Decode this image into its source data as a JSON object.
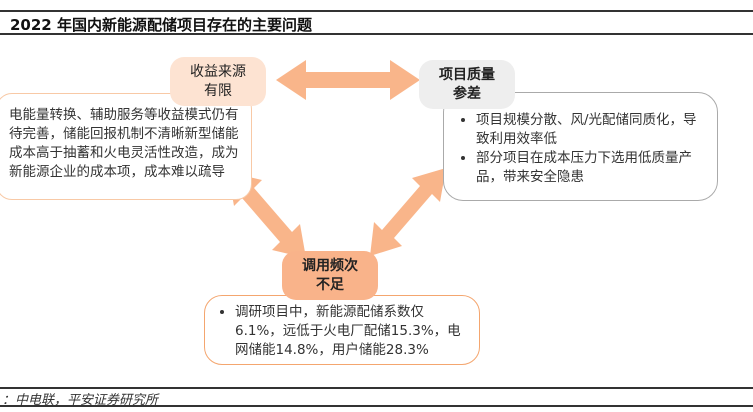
{
  "title": "2022 年国内新能源配储项目存在的主要问题",
  "source": "：中电联，平安证券研究所",
  "colors": {
    "arrow": "#f9b58a",
    "revenue_label": "#fde3d2",
    "quality_label": "#eeeeee",
    "frequency_label": "#f9b38a"
  },
  "revenue": {
    "label_line1": "收益来源",
    "label_line2": "有限",
    "text": "电能量转换、辅助服务等收益模式仍有待完善，储能回报机制不清晰新型储能成本高于抽蓄和火电灵活性改造，成为新能源企业的成本项，成本难以疏导"
  },
  "quality": {
    "label_line1": "项目质量",
    "label_line2": "参差",
    "bullets": [
      "项目规模分散、风/光配储同质化，导致利用效率低",
      "部分项目在成本压力下选用低质量产品，带来安全隐患"
    ]
  },
  "frequency": {
    "label_line1": "调用频次",
    "label_line2": "不足",
    "bullets": [
      "调研项目中，新能源配储系数仅6.1%，远低于火电厂配储15.3%，电网储能14.8%，用户储能28.3%"
    ]
  }
}
